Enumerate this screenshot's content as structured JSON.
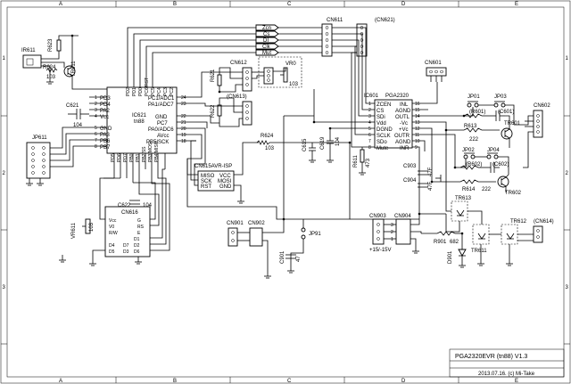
{
  "border": {
    "columns": [
      "A",
      "B",
      "C",
      "D",
      "E"
    ],
    "rows": [
      "1",
      "2",
      "3"
    ]
  },
  "title_block": {
    "title": "PGA2320EVR (tn88) V1.3",
    "date": "2013.07.16. (c) Mi-Take"
  },
  "bus_labels": [
    "Zcn",
    "Cs",
    "DI",
    "Clk",
    "Mut"
  ],
  "connectors": {
    "cn611": "CN611",
    "cn621": "(CN621)",
    "cn601": "CN601",
    "cn612": "CN612",
    "cn613": "(CN613)",
    "cn602": "CN602",
    "cn614": "(CN614)",
    "cn615": "CN615AVR-ISP",
    "cn901": "CN901",
    "cn902": "CN902",
    "cn903": "CN903",
    "cn904": "CN904",
    "jp611": "JP611",
    "jp91": "JP91",
    "jp01": "JP01",
    "jp02": "JP02",
    "jp03": "JP03",
    "jp04": "JP04",
    "ir611": "IR611",
    "supply": "+15/-15V"
  },
  "isp_pins": [
    "MISO",
    "VCC",
    "SCK",
    "MOSI",
    "RST",
    "GND"
  ],
  "ic621": {
    "name": "IC621",
    "part": "tn88",
    "left_pins": [
      "PD3",
      "PD4",
      "PA2",
      "Vcc",
      "GND",
      "PA3",
      "PB6",
      "PB7"
    ],
    "right_pins": [
      "PC1/ADC1",
      "PA1/ADC7",
      "GND",
      "PC7",
      "PA0/ADC6",
      "AVcc",
      "PB5/SCK"
    ],
    "top_pins": [
      "PD2",
      "PD1",
      "PD0",
      "PC6/RST",
      "PC5",
      "PC4",
      "PC3",
      "PC2"
    ],
    "bottom_pins": [
      "PD5",
      "PD6",
      "PD7",
      "PB0",
      "PB1",
      "PB2/SS",
      "PB3/MOSI",
      "PB4/MISO"
    ],
    "pin_numbers_left": [
      "1",
      "2",
      "3",
      "4",
      "5",
      "6",
      "7",
      "8"
    ],
    "pin_numbers_right": [
      "24",
      "23",
      "22",
      "21",
      "20",
      "19",
      "18"
    ]
  },
  "ic601": {
    "name": "IC601",
    "part": "PGA2320",
    "left_pins": [
      "ZCEN",
      "CS",
      "SDi",
      "Vdd",
      "DGND",
      "SCLK",
      "SDo",
      "Mute"
    ],
    "right_pins": [
      "INL",
      "AGND",
      "OUTL",
      "-Vc",
      "+Vc",
      "OUTR",
      "AGND",
      "INR"
    ],
    "left_nums": [
      "1",
      "2",
      "3",
      "4",
      "5",
      "6",
      "7",
      "8"
    ],
    "right_nums": [
      "16",
      "15",
      "14",
      "13",
      "12",
      "11",
      "10",
      "9"
    ]
  },
  "lcd": {
    "name": "CN616",
    "pins_left": [
      "Vcc",
      "V0",
      "R/W",
      "D4",
      "D5"
    ],
    "pins_right": [
      "G",
      "RS",
      "E",
      "D1",
      "D2",
      "D3",
      "D6",
      "D7"
    ]
  },
  "parts": {
    "r623": "R623",
    "r624": "R624",
    "r624_val": "103",
    "tr611": "TR611",
    "c621": "C621",
    "c621_val": "104",
    "c622": "C622",
    "c622_val": "104",
    "vr611": "VR611",
    "vr611_val": "103",
    "r621": "R621",
    "r622": "R622",
    "vr0": "VR0",
    "vr0_val": "103",
    "r624b": "R624",
    "r624b_val": "103",
    "c615": "C615",
    "c619": "C619",
    "c619_val": "104",
    "r611": "R611",
    "r611_val": "473",
    "r601": "(R601)",
    "c601": "(C601)",
    "r613": "R613",
    "r613_val": "222",
    "tr601": "TR601",
    "r602": "(R602)",
    "c602": "(C602)",
    "r614": "R614",
    "r614_val": "222",
    "tr602": "TR602",
    "c903": "C903",
    "c903_val": "47F",
    "c904": "C904",
    "c904_val": "47F",
    "tr613": "TR613",
    "tr611b": "TR611",
    "tr612": "TR612",
    "r901": "R901",
    "r901_val": "682",
    "d901": "D901",
    "c901": "C901",
    "c901_val": "47",
    "r911": "103"
  },
  "coord_labels": [
    "1",
    "2",
    "3"
  ]
}
